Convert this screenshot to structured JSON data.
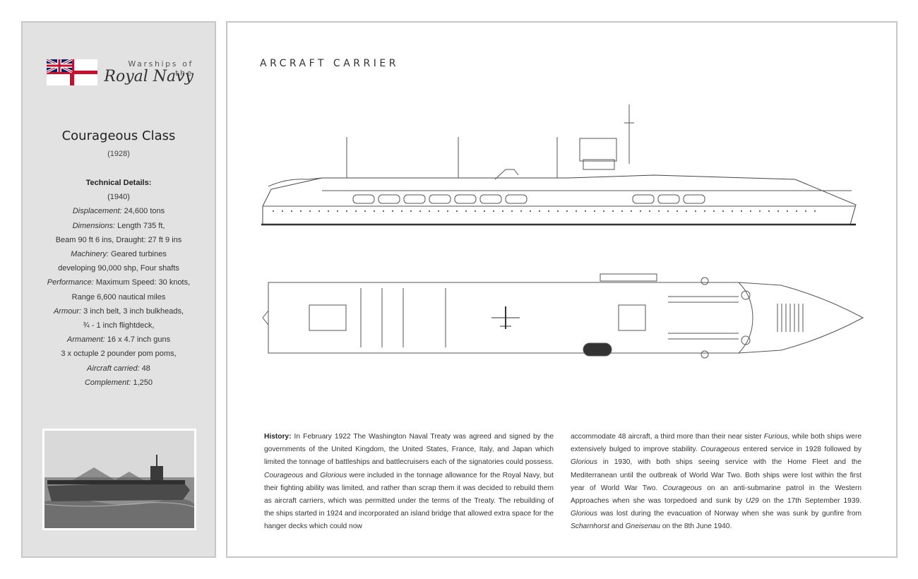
{
  "sidebar": {
    "brand_top": "Warships of the",
    "brand_main": "Royal Navy",
    "class_title": "Courageous Class",
    "class_year": "(1928)",
    "details_heading": "Technical Details:",
    "details_year": "(1940)",
    "details": [
      {
        "label": "Displacement:",
        "value": "24,600 tons"
      },
      {
        "label": "Dimensions:",
        "value": "Length 735 ft,"
      },
      {
        "label": "",
        "value": "Beam 90 ft 6 ins, Draught: 27 ft 9 ins"
      },
      {
        "label": "Machinery:",
        "value": "Geared turbines"
      },
      {
        "label": "",
        "value": "developing  90,000 shp, Four shafts"
      },
      {
        "label": "Performance:",
        "value": "Maximum Speed: 30 knots,"
      },
      {
        "label": "",
        "value": "Range 6,600 nautical miles"
      },
      {
        "label": "Armour:",
        "value": "3 inch belt, 3 inch bulkheads,"
      },
      {
        "label": "",
        "value": "¾ - 1 inch flightdeck,"
      },
      {
        "label": "Armament:",
        "value": "16 x 4.7 inch guns"
      },
      {
        "label": "",
        "value": "3 x octuple 2 pounder pom poms,"
      },
      {
        "label": "Aircraft carried:",
        "value": "48"
      },
      {
        "label": "Complement:",
        "value": "1,250"
      }
    ]
  },
  "main": {
    "section_label": "ARCRAFT  CARRIER",
    "history_label": "History:",
    "history_col1": [
      {
        "t": " In February 1922 The Washington Naval Treaty  was agreed and signed by the governments of the United Kingdom, the United States, France, Italy, and Japan which limited the tonnage of battleships and battlecruisers each of the signatories could possess. "
      },
      {
        "t": "Courageous",
        "i": true
      },
      {
        "t": " and "
      },
      {
        "t": "Glorious",
        "i": true
      },
      {
        "t": " were included in the tonnage allowance for the Royal Navy, but their fighting ability was limited, and rather than scrap them it was decided to rebuild them as aircraft carriers, which was permitted under the terms of the Treaty. The rebuilding of the ships started in 1924 and incorporated an island bridge that allowed extra space for the hanger decks which could now"
      }
    ],
    "history_col2": [
      {
        "t": "accommodate 48 aircraft, a third more than their near sister "
      },
      {
        "t": "Furious,",
        "i": true
      },
      {
        "t": " while both ships were extensively bulged to improve stability. "
      },
      {
        "t": "Courageous",
        "i": true
      },
      {
        "t": " entered service in 1928 followed by "
      },
      {
        "t": "Glorious",
        "i": true
      },
      {
        "t": " in 1930, with both ships seeing service with the Home Fleet and the Mediterranean until the outbreak of World War Two. Both ships were lost within the first year of World War Two. "
      },
      {
        "t": "Courageous",
        "i": true
      },
      {
        "t": " on an anti-submarine patrol in the Western Approaches when she was torpedoed and sunk by "
      },
      {
        "t": "U29",
        "i": true
      },
      {
        "t": " on the 17th September 1939. "
      },
      {
        "t": "Glorious",
        "i": true
      },
      {
        "t": " was lost during the evacuation of Norway when she was sunk by gunfire from "
      },
      {
        "t": "Scharnhorst",
        "i": true
      },
      {
        "t": " and "
      },
      {
        "t": "Gneisenau",
        "i": true
      },
      {
        "t": " on the 8th June 1940."
      }
    ]
  },
  "colors": {
    "sidebar_bg": "#e2e2e2",
    "border": "#c7c7c7",
    "ensign_red": "#c8102e",
    "union_blue": "#012169"
  }
}
